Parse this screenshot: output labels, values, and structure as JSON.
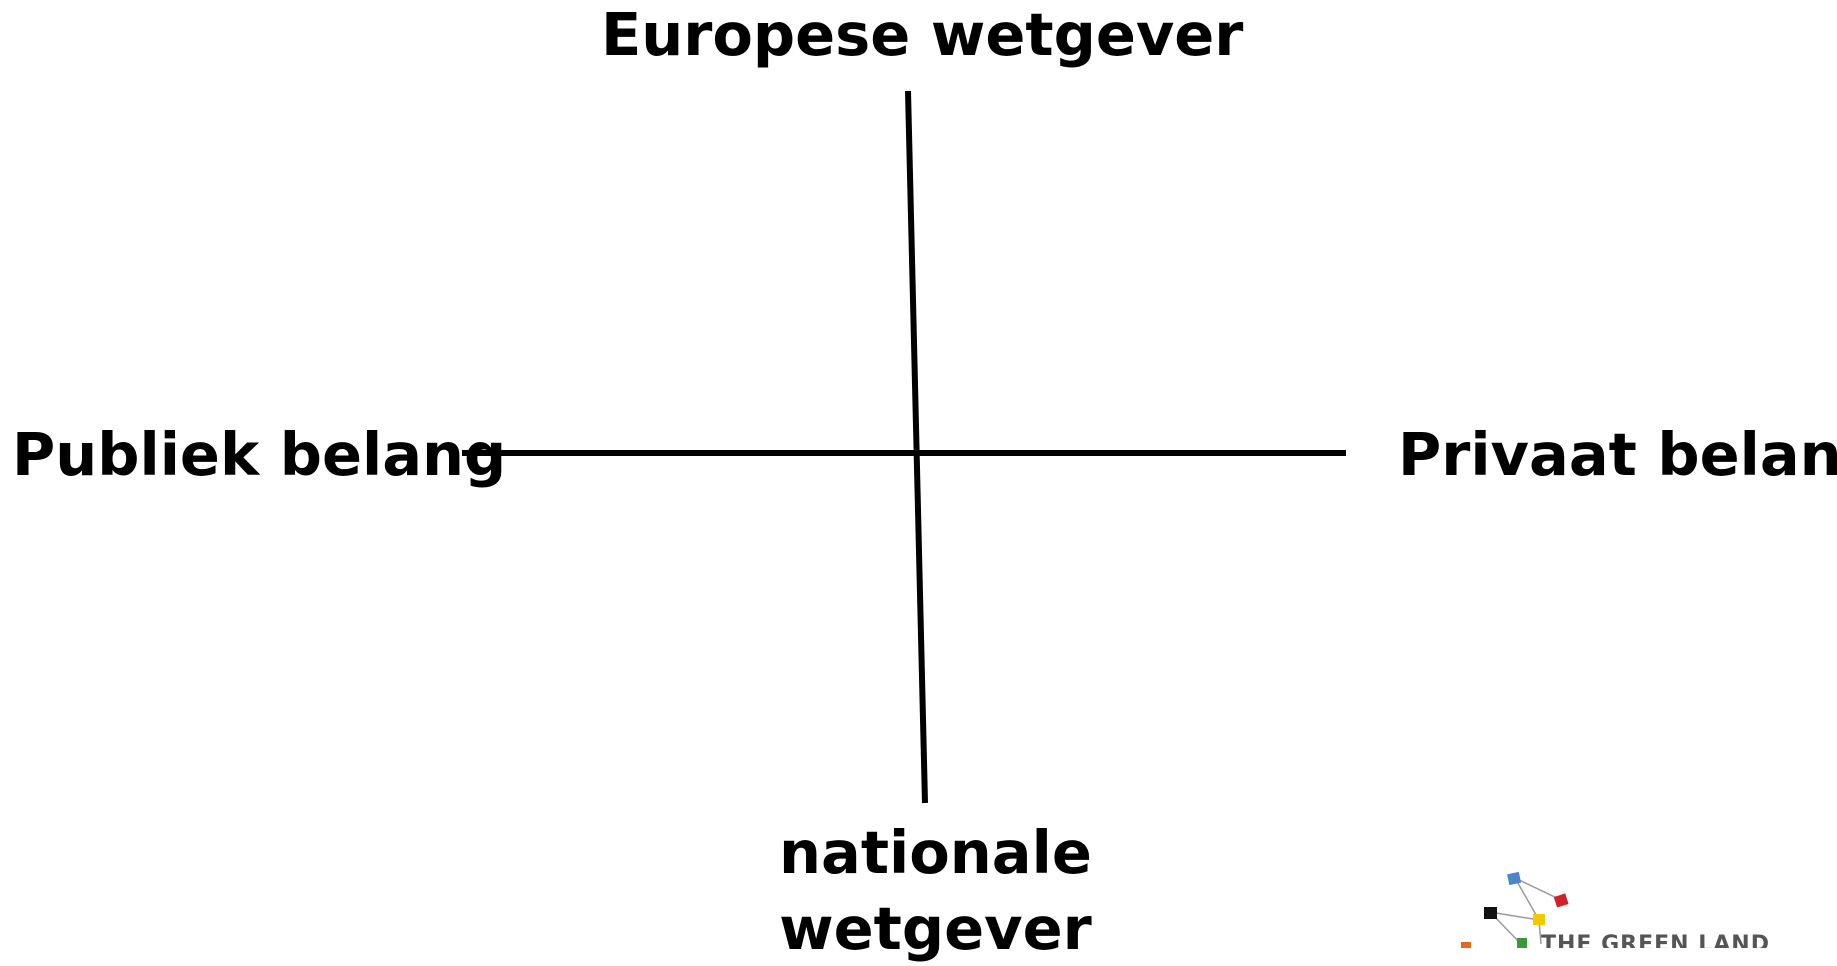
{
  "diagram": {
    "top_label": "Europese wetgever",
    "left_label": "Publiek belang",
    "right_label": "Privaat belang",
    "bottom_label_line1": "nationale",
    "bottom_label_line2": "wetgever"
  },
  "logo": {
    "text": "THE GREEN LAND",
    "text_color": "#555555",
    "square_colors": [
      "#4a86c8",
      "#d0202a",
      "#111111",
      "#f2c800",
      "#3a9a3a",
      "#e06a1e"
    ]
  },
  "colors": {
    "axis": "#000000",
    "background": "#ffffff"
  }
}
